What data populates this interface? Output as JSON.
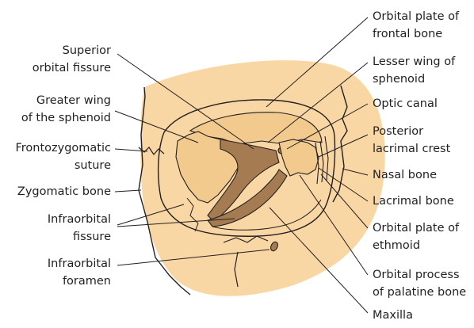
{
  "diagram": {
    "colors": {
      "skin": "#f9d7a4",
      "bone": "#f3ca8e",
      "fissure": "#a57c52",
      "outline": "#231f20",
      "text": "#231f20"
    },
    "labels": {
      "orbital_plate_frontal_1": "Orbital plate of",
      "orbital_plate_frontal_2": "frontal bone",
      "superior_orbital_1": "Superior",
      "superior_orbital_2": "orbital fissure",
      "lesser_wing_1": "Lesser wing of",
      "lesser_wing_2": "sphenoid",
      "greater_wing_1": "Greater wing",
      "greater_wing_2": "of the sphenoid",
      "optic_canal": "Optic canal",
      "posterior_lacrimal_1": "Posterior",
      "posterior_lacrimal_2": "lacrimal crest",
      "frontozygomatic_1": "Frontozygomatic",
      "frontozygomatic_2": "suture",
      "nasal_bone": "Nasal bone",
      "zygomatic_bone": "Zygomatic bone",
      "lacrimal_bone": "Lacrimal bone",
      "infraorbital_fissure_1": "Infraorbital",
      "infraorbital_fissure_2": "fissure",
      "orbital_plate_ethmoid_1": "Orbital plate of",
      "orbital_plate_ethmoid_2": "ethmoid",
      "infraorbital_foramen_1": "Infraorbital",
      "infraorbital_foramen_2": "foramen",
      "orbital_process_1": "Orbital process",
      "orbital_process_2": "of palatine bone",
      "maxilla": "Maxilla"
    }
  }
}
